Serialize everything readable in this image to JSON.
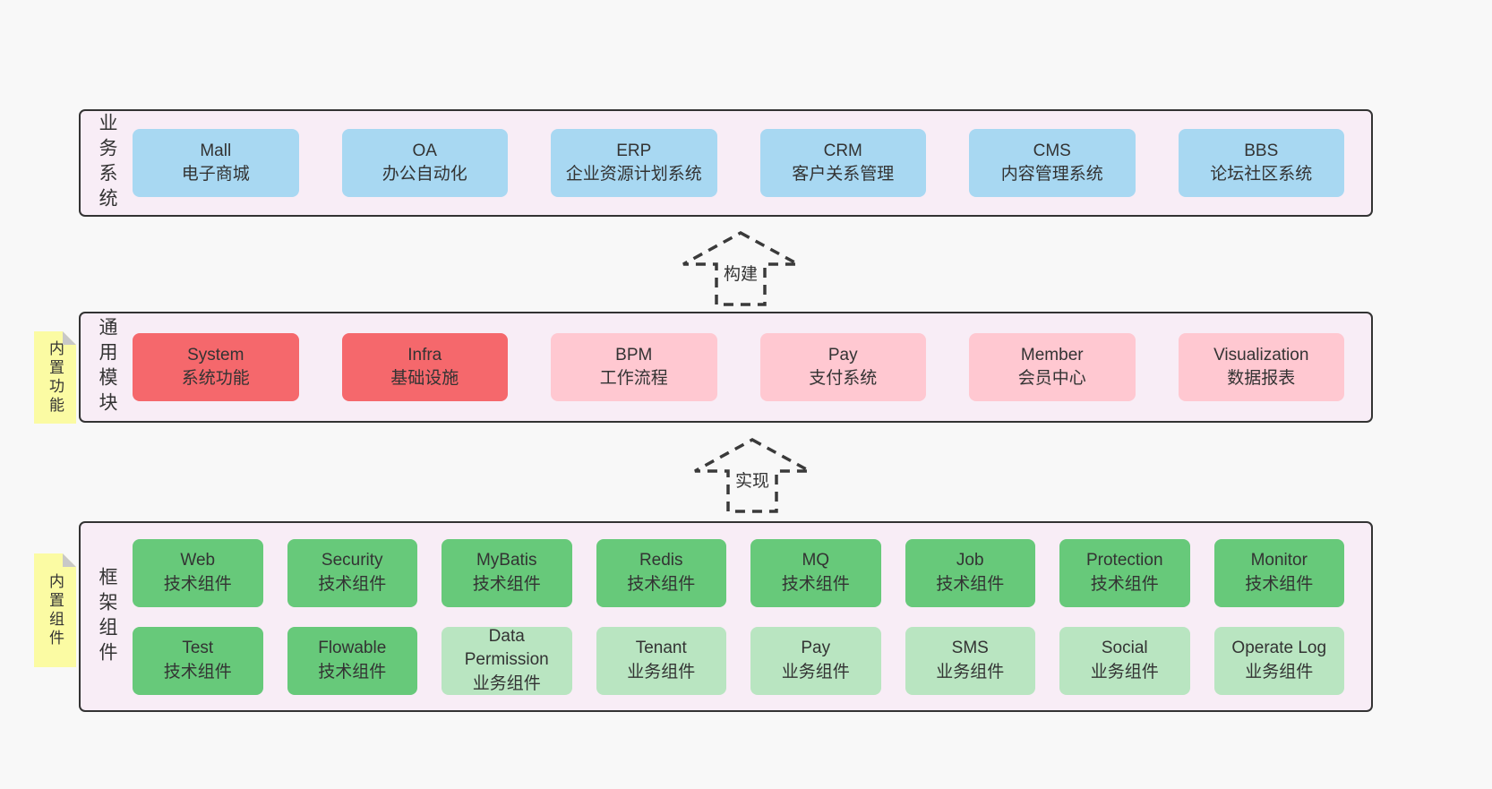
{
  "colors": {
    "page_background": "#f8f8f8",
    "layer_background": "#f8edf6",
    "layer_border": "#333333",
    "box_blue": "#a8d8f2",
    "box_red": "#f5686c",
    "box_pink": "#ffc8d1",
    "box_green": "#67c97a",
    "box_light_green": "#b9e5c1",
    "sticky_yellow": "#fbfba3",
    "sticky_fold_gray": "#c8c8c8",
    "text": "#333333"
  },
  "arrows": [
    {
      "label": "构建"
    },
    {
      "label": "实现"
    }
  ],
  "layers": [
    {
      "label": "业务系统",
      "rows": [
        [
          {
            "title": "Mall",
            "subtitle": "电子商城"
          },
          {
            "title": "OA",
            "subtitle": "办公自动化"
          },
          {
            "title": "ERP",
            "subtitle": "企业资源计划系统"
          },
          {
            "title": "CRM",
            "subtitle": "客户关系管理"
          },
          {
            "title": "CMS",
            "subtitle": "内容管理系统"
          },
          {
            "title": "BBS",
            "subtitle": "论坛社区系统"
          }
        ]
      ]
    },
    {
      "label": "通用模块",
      "sticky": "内置功能",
      "rows": [
        [
          {
            "title": "System",
            "subtitle": "系统功能"
          },
          {
            "title": "Infra",
            "subtitle": "基础设施"
          },
          {
            "title": "BPM",
            "subtitle": "工作流程"
          },
          {
            "title": "Pay",
            "subtitle": "支付系统"
          },
          {
            "title": "Member",
            "subtitle": "会员中心"
          },
          {
            "title": "Visualization",
            "subtitle": "数据报表"
          }
        ]
      ]
    },
    {
      "label": "框架组件",
      "sticky": "内置组件",
      "rows": [
        [
          {
            "title": "Web",
            "subtitle": "技术组件"
          },
          {
            "title": "Security",
            "subtitle": "技术组件"
          },
          {
            "title": "MyBatis",
            "subtitle": "技术组件"
          },
          {
            "title": "Redis",
            "subtitle": "技术组件"
          },
          {
            "title": "MQ",
            "subtitle": "技术组件"
          },
          {
            "title": "Job",
            "subtitle": "技术组件"
          },
          {
            "title": "Protection",
            "subtitle": "技术组件"
          },
          {
            "title": "Monitor",
            "subtitle": "技术组件"
          }
        ],
        [
          {
            "title": "Test",
            "subtitle": "技术组件"
          },
          {
            "title": "Flowable",
            "subtitle": "技术组件"
          },
          {
            "title": "Data Permission",
            "subtitle": "业务组件"
          },
          {
            "title": "Tenant",
            "subtitle": "业务组件"
          },
          {
            "title": "Pay",
            "subtitle": "业务组件"
          },
          {
            "title": "SMS",
            "subtitle": "业务组件"
          },
          {
            "title": "Social",
            "subtitle": "业务组件"
          },
          {
            "title": "Operate Log",
            "subtitle": "业务组件"
          }
        ]
      ]
    }
  ]
}
